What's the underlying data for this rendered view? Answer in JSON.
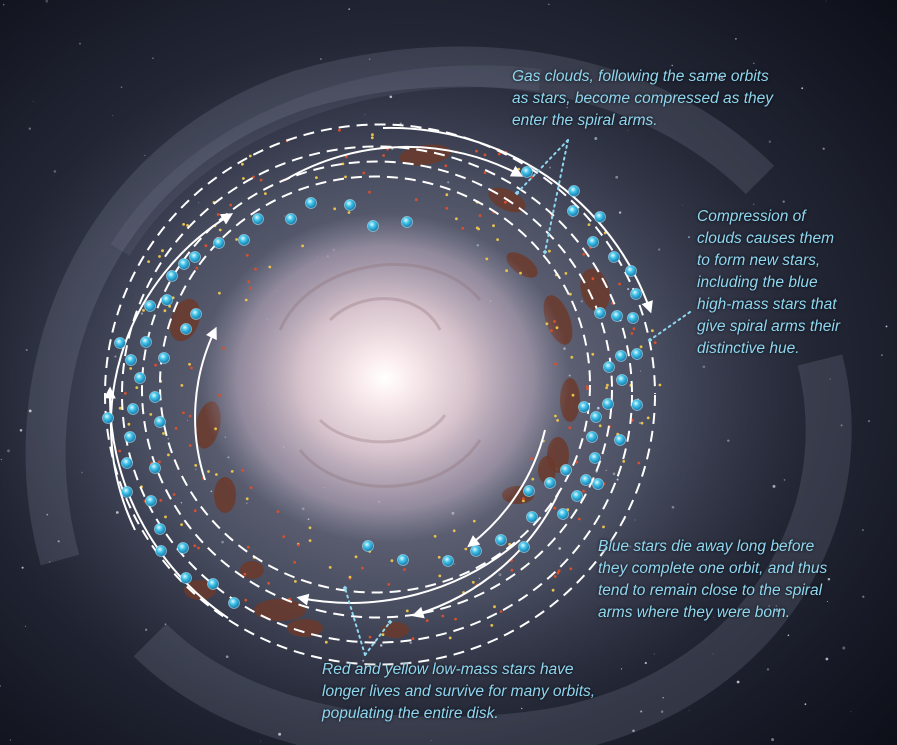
{
  "captions": {
    "gas_clouds": {
      "lines": [
        "Gas clouds, following the same orbits",
        "as stars, become compressed as they",
        "enter the spiral arms."
      ]
    },
    "compression": {
      "lines": [
        "Compression of",
        "clouds causes them",
        "to form new stars,",
        "including the blue",
        "high-mass stars that",
        "give spiral arms their",
        "distinctive hue."
      ]
    },
    "blue_stars": {
      "lines": [
        "Blue stars die away long before",
        "they complete one orbit, and thus",
        "tend to remain close to the spiral",
        "arms where they were born."
      ]
    },
    "red_yellow": {
      "lines": [
        "Red and yellow low-mass stars have",
        "longer lives and survive for many orbits,",
        "populating the entire disk."
      ]
    }
  },
  "colors": {
    "caption_text": "#8fd6f0",
    "blue_star": "#41c4ea",
    "orbit": "#ffffff",
    "gas_cloud": "#6b3a2c",
    "red_star": "#d9502c",
    "yellow_star": "#e8c24a"
  }
}
